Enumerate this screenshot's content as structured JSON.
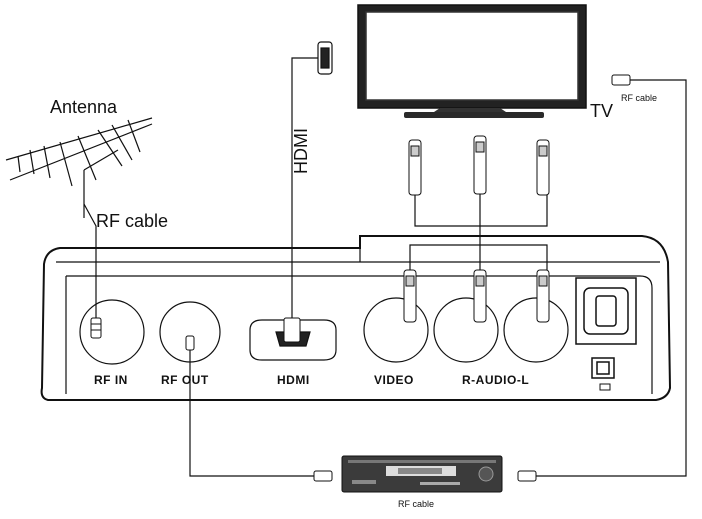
{
  "labels": {
    "antenna": "Antenna",
    "rf_cable_left": "RF cable",
    "hdmi_cable": "HDMI",
    "tv": "TV",
    "rf_cable_right": "RF cable",
    "rf_cable_bottom": "RF cable"
  },
  "ports": {
    "rf_in": "RF IN",
    "rf_out": "RF OUT",
    "hdmi": "HDMI",
    "video": "VIDEO",
    "audio": "R-AUDIO-L"
  },
  "colors": {
    "ink": "#111111",
    "panel": "#ffffff",
    "screen": "#2a2a2a",
    "device_body": "#3b3b3b"
  },
  "icons": [
    "antenna-icon",
    "tv-icon",
    "hdmi-connector-icon",
    "rca-plug-icon",
    "rf-plug-icon",
    "vcr-device-icon",
    "optical-port-icon"
  ]
}
